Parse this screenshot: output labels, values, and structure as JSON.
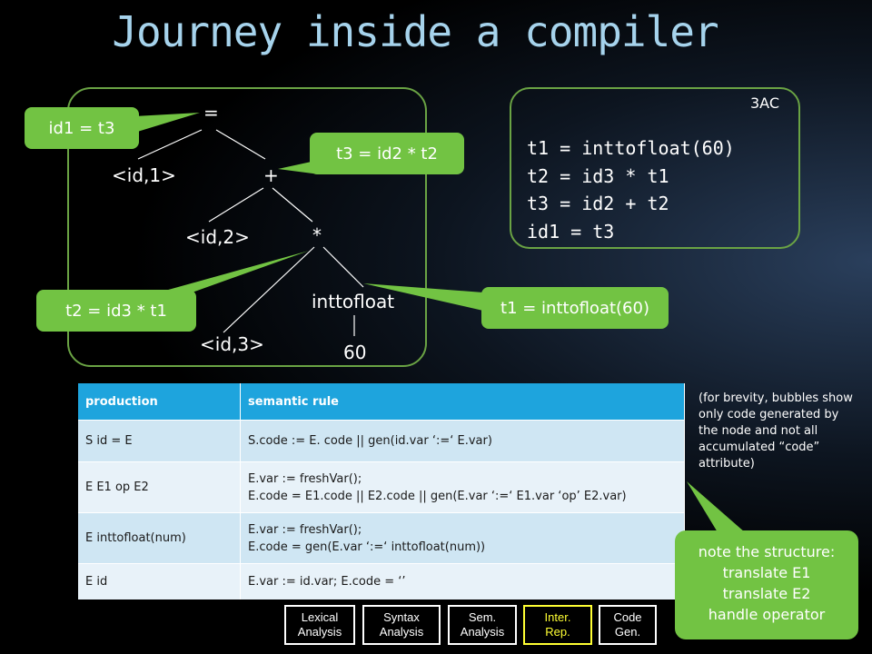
{
  "title": "Journey inside a compiler",
  "tree": {
    "nodes": {
      "assign": "=",
      "id1": "<id,1>",
      "plus": "+",
      "id2": "<id,2>",
      "times": "*",
      "inttofloat": "inttofloat",
      "id3": "<id,3>",
      "sixty": "60"
    },
    "bubbles": {
      "assign": "id1 = t3",
      "plus": "t3 = id2 * t2",
      "times": "t2 = id3 * t1",
      "inttofloat": "t1 = inttofloat(60)"
    }
  },
  "tac": {
    "label": "3AC",
    "lines": [
      "t1 = inttofloat(60)",
      "t2 = id3 * t1",
      "t3 = id2 + t2",
      "id1 = t3"
    ]
  },
  "table": {
    "headers": [
      "production",
      "semantic rule"
    ],
    "rows": [
      {
        "production": "S  id = E",
        "rule": [
          "S.code := E. code || gen(id.var ‘:=‘ E.var)"
        ]
      },
      {
        "production": "E  E1 op E2",
        "rule": [
          "E.var := freshVar();",
          "E.code = E1.code || E2.code || gen(E.var ‘:=‘ E1.var ‘op’ E2.var)"
        ]
      },
      {
        "production": "E  inttofloat(num)",
        "rule": [
          "E.var := freshVar();",
          "E.code = gen(E.var ‘:=‘ inttofloat(num))"
        ]
      },
      {
        "production": "E  id",
        "rule": [
          "E.var := id.var; E.code = ‘’"
        ]
      }
    ]
  },
  "note": "(for brevity, bubbles show only code generated by the node and not all accumulated “code” attribute)",
  "structure_bubble": {
    "lines": [
      "note the structure:",
      "translate E1",
      "translate E2",
      "handle operator"
    ]
  },
  "phases": [
    {
      "lines": [
        "Lexical",
        "Analysis"
      ],
      "active": false
    },
    {
      "lines": [
        "Syntax",
        "Analysis"
      ],
      "active": false
    },
    {
      "lines": [
        "Sem.",
        "Analysis"
      ],
      "active": false
    },
    {
      "lines": [
        "Inter.",
        "Rep."
      ],
      "active": true
    },
    {
      "lines": [
        "Code",
        "Gen."
      ],
      "active": false
    }
  ],
  "colors": {
    "title": "#a6d3ec",
    "panel_border": "#6aa344",
    "bubble": "#72c343",
    "table_header": "#1ea4dd",
    "active_phase": "#ffff33"
  }
}
